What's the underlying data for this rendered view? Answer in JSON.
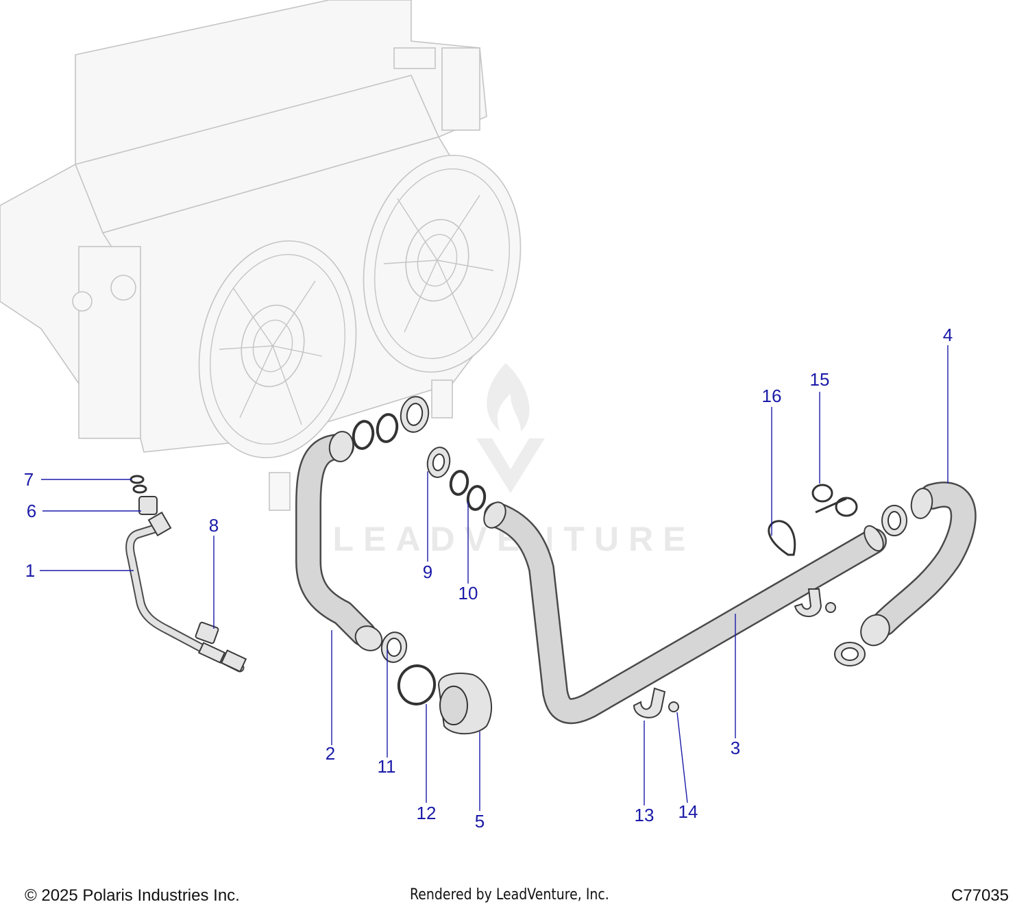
{
  "callouts": [
    {
      "id": "1",
      "label": "1"
    },
    {
      "id": "2",
      "label": "2"
    },
    {
      "id": "3",
      "label": "3"
    },
    {
      "id": "4",
      "label": "4"
    },
    {
      "id": "5",
      "label": "5"
    },
    {
      "id": "6",
      "label": "6"
    },
    {
      "id": "7",
      "label": "7"
    },
    {
      "id": "8",
      "label": "8"
    },
    {
      "id": "9",
      "label": "9"
    },
    {
      "id": "10",
      "label": "10"
    },
    {
      "id": "11",
      "label": "11"
    },
    {
      "id": "12",
      "label": "12"
    },
    {
      "id": "13",
      "label": "13"
    },
    {
      "id": "14",
      "label": "14"
    },
    {
      "id": "15",
      "label": "15"
    },
    {
      "id": "16",
      "label": "16"
    }
  ],
  "watermark": {
    "text": "LEADVENTURE"
  },
  "footer": {
    "copyright": "© 2025 Polaris Industries Inc.",
    "rendered_by": "Rendered by LeadVenture, Inc.",
    "diagram_code": "C77035"
  },
  "colors": {
    "callout": "#1a1aa8",
    "line_art": "#3a3a3a",
    "faint_art": "#c4c4c4"
  }
}
